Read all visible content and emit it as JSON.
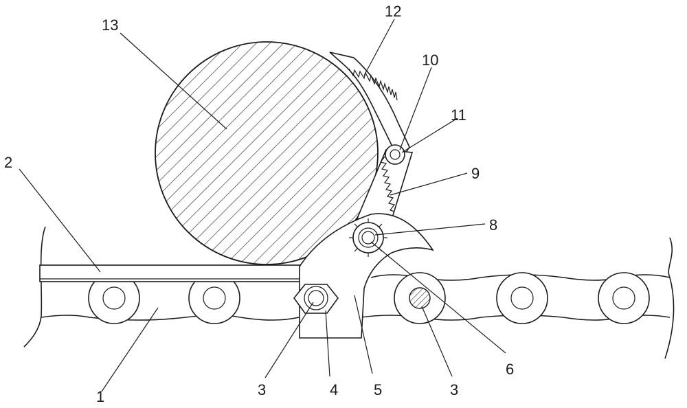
{
  "labels": {
    "l1": "1",
    "l2": "2",
    "l3a": "3",
    "l3b": "3",
    "l4": "4",
    "l5": "5",
    "l6": "6",
    "l8": "8",
    "l9": "9",
    "l10": "10",
    "l11": "11",
    "l12": "12",
    "l13": "13"
  }
}
